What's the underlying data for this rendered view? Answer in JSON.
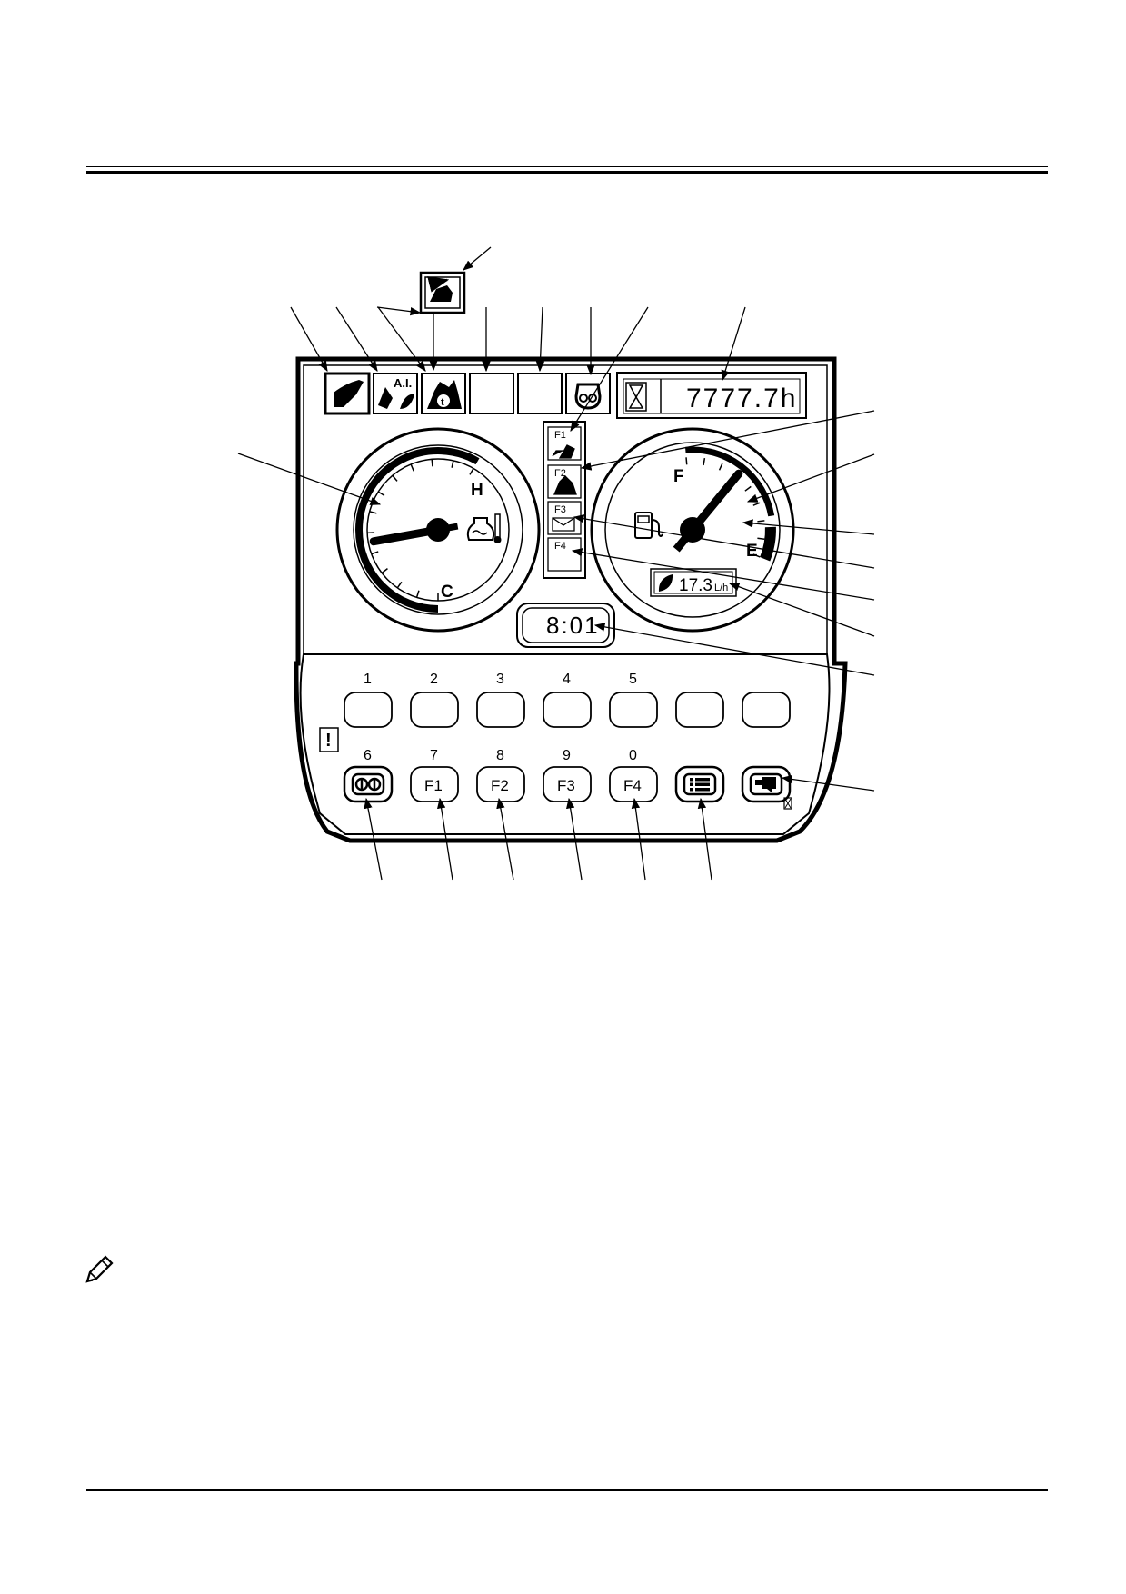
{
  "display": {
    "hour_meter": "7777.7h",
    "clock": "8:01",
    "fuel_rate_value": "17.3",
    "fuel_rate_unit": "L/h",
    "temp_gauge": {
      "hot_label": "H",
      "cold_label": "C"
    },
    "fuel_gauge": {
      "full_label": "F",
      "empty_label": "E"
    },
    "menu_slots": [
      "F1",
      "F2",
      "F3",
      "F4"
    ],
    "auto_idle_label": "A.I."
  },
  "keypad": {
    "top_row_numbers": [
      "1",
      "2",
      "3",
      "4",
      "5"
    ],
    "bottom_row_numbers": [
      "6",
      "7",
      "8",
      "9",
      "0"
    ],
    "bottom_row_labels": [
      "F1",
      "F2",
      "F3",
      "F4"
    ],
    "warning_mark": "!"
  },
  "icons": {
    "top_indicators": [
      "bucket-icon",
      "auto-idle-icon",
      "work-mode-icon",
      "blank-indicator",
      "blank-indicator",
      "glow-plug-icon"
    ],
    "hour_meter_icon": "hourglass-icon",
    "temp_icon": "coolant-temperature-icon",
    "fuel_icon": "fuel-pump-icon",
    "eco_icon": "leaf-icon",
    "menu_icons": [
      "attachment-icon",
      "work-mode-icon",
      "mail-icon"
    ],
    "mode_key_icon": "mode-switch-icon",
    "menu_key_icon": "menu-list-icon",
    "camera_key_icon": "rear-camera-icon"
  },
  "gauges": {
    "coolant_temperature_level": 0.38,
    "fuel_level": 0.62
  },
  "colors": {
    "ink": "#000000",
    "paper": "#ffffff"
  }
}
